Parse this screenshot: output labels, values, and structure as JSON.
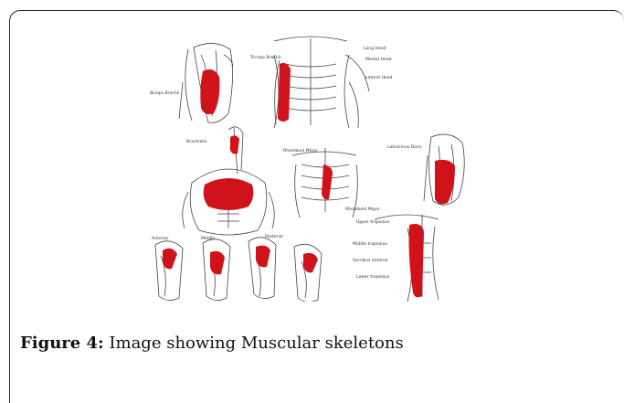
{
  "figure": {
    "caption_label": "Figure 4:",
    "caption_text": " Image showing Muscular skeletons",
    "muscle_color": "#d0121b",
    "labels": {
      "biceps": "Biceps Brachii",
      "triceps": "Triceps Brachii",
      "long_head": "Long Head",
      "medial_head": "Medial Head",
      "lateral_head": "Lateral Head",
      "brachialis": "Brachialis",
      "rhomboid_minor": "Rhomboid Minor",
      "rhomboid_major": "Rhomboid Major",
      "latissimus": "Latissimus Dorsi",
      "anterior": "Anterior",
      "middle": "Middle",
      "posterior": "Posterior",
      "upper_trap": "Upper trapezius",
      "middle_trap": "Middle trapezius",
      "serratus": "Serratus anterior",
      "lower_trap": "Lower trapezius"
    }
  }
}
